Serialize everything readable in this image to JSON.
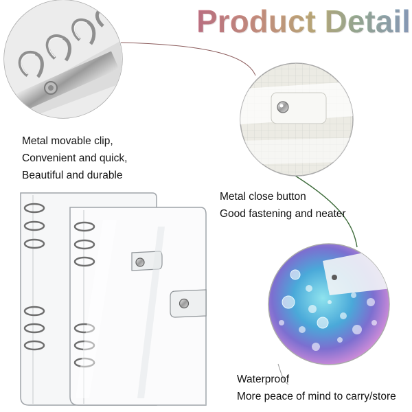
{
  "header": {
    "title": "Product Details"
  },
  "features": [
    {
      "lines": [
        "Metal movable clip,",
        "Convenient and quick,",
        "Beautiful and durable"
      ]
    },
    {
      "lines": [
        "Metal close button",
        "Good fastening and neater"
      ]
    },
    {
      "lines": [
        "Waterproof",
        "More peace of mind to carry/store"
      ]
    }
  ],
  "colors": {
    "title_gradient_start": "#c9788b",
    "title_gradient_end": "#8fa8c8",
    "connector": "#8a5a5a",
    "connector_green": "#3d6b3a",
    "caption_text": "#111111"
  },
  "icons": [
    "ring-clip-icon",
    "snap-button-icon",
    "water-droplets-icon",
    "clear-binder-icon"
  ]
}
